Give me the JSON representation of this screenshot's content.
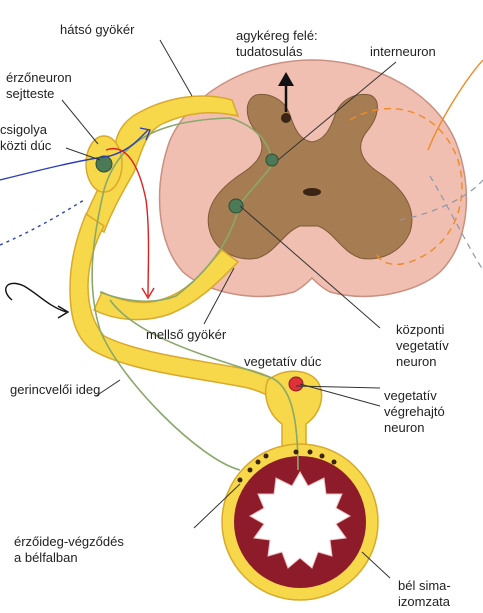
{
  "labels": {
    "hatso_gyoker": "hátsó gyökér",
    "agykereg_1": "agykéreg felé:",
    "agykereg_2": "tudatosulás",
    "interneuron": "interneuron",
    "erzoneuron_1": "érzőneuron",
    "erzoneuron_2": "sejtteste",
    "csigolya_1": "csigolya",
    "csigolya_2": "közti dúc",
    "mellso_gyoker": "mellső gyökér",
    "kozponti_1": "központi",
    "kozponti_2": "vegetatív",
    "kozponti_3": "neuron",
    "vegetativ_duc": "vegetatív dúc",
    "gerincveloi_ideg": "gerincvelői ideg",
    "vegreh_1": "vegetatív",
    "vegreh_2": "végrehajtó",
    "vegreh_3": "neuron",
    "erzoideg_1": "érzőideg-végződés",
    "erzoideg_2": "a bélfalban",
    "bel_1": "bél sima-",
    "bel_2": "izomzata"
  },
  "colors": {
    "nerve_yellow": "#f6d84a",
    "nerve_edge": "#d9a92a",
    "white_matter": "#f1bfb1",
    "grey_matter": "#a67c52",
    "sensory_path": "#8aa86a",
    "gut_muscle": "#8e1b2a",
    "annotation_blue": "#2b3fb8",
    "annotation_red": "#e02020",
    "annotation_orange": "#f08a24"
  }
}
